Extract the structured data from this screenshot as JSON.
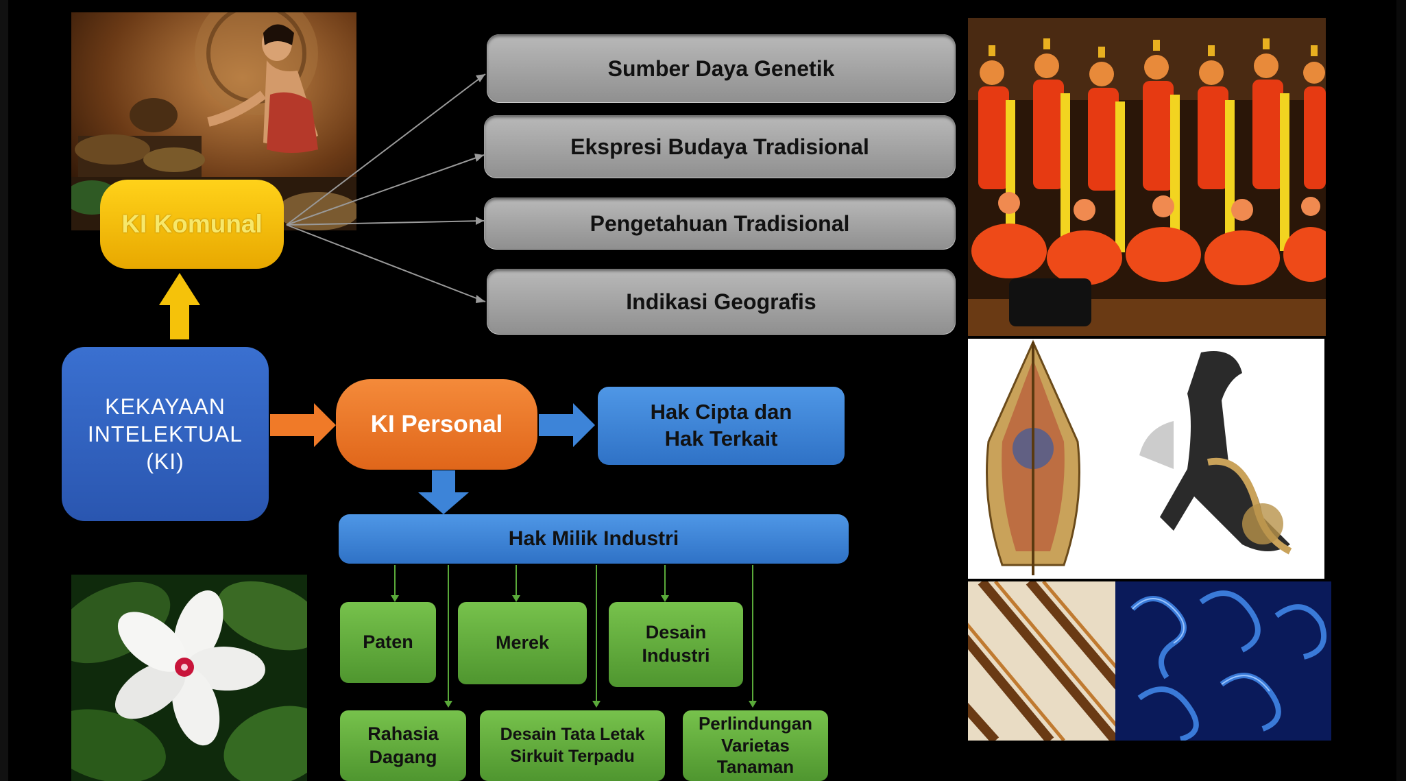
{
  "center": {
    "label": "KEKAYAAN INTELEKTUAL (KI)",
    "color": "#2f5fc0"
  },
  "komunal": {
    "label": "KI Komunal",
    "color": "#f5c20a"
  },
  "personal": {
    "label": "KI Personal",
    "color": "#f07a28"
  },
  "komunal_items": [
    {
      "label": "Sumber Daya Genetik"
    },
    {
      "label": "Ekspresi Budaya Tradisional"
    },
    {
      "label": "Pengetahuan Tradisional"
    },
    {
      "label": "Indikasi Geografis"
    }
  ],
  "hak_cipta": {
    "label": "Hak Cipta dan Hak Terkait"
  },
  "hak_milik": {
    "label": "Hak Milik Industri"
  },
  "industri_items": [
    {
      "label": "Paten"
    },
    {
      "label": "Merek"
    },
    {
      "label": "Desain Industri"
    },
    {
      "label": "Rahasia Dagang"
    },
    {
      "label": "Desain Tata Letak Sirkuit Terpadu"
    },
    {
      "label": "Perlindungan Varietas Tanaman"
    }
  ],
  "photos": {
    "top_left": "woman-weaving-photo",
    "bottom_left": "white-flower-photo",
    "top_right": "traditional-dance-photo",
    "middle_right": "wayang-puppets-photo",
    "bottom_right": "batik-patterns-photo"
  },
  "colors": {
    "grey_box": "#a6a6a6",
    "blue_box": "#3d84d8",
    "green_box": "#62ad3c",
    "arrow_yellow": "#f5c20a",
    "arrow_orange": "#f07a28",
    "arrow_blue": "#3d84d8"
  }
}
